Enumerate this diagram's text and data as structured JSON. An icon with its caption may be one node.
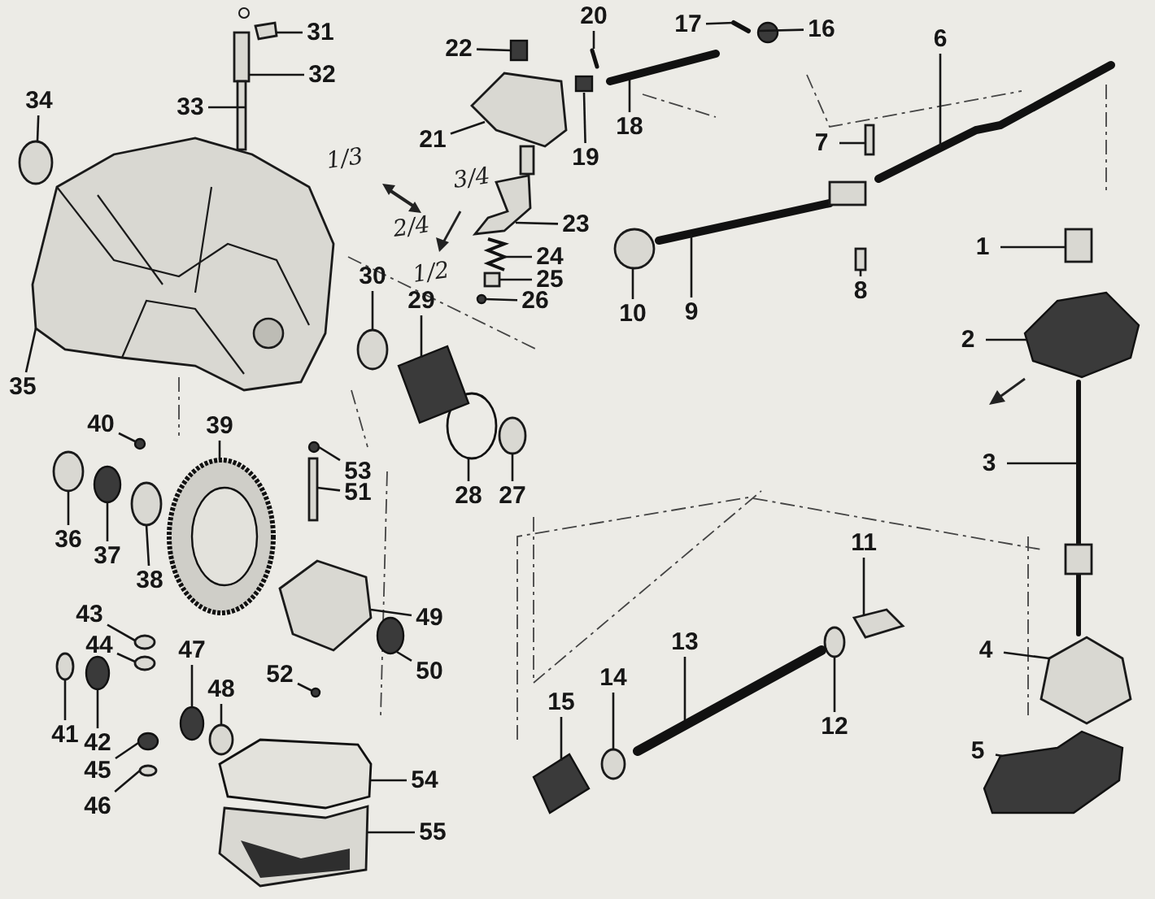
{
  "diagram": {
    "nodes": [
      {
        "text": [
          "1"
        ]
      },
      {
        "text": [
          "2"
        ]
      },
      {
        "text": [
          "3"
        ]
      },
      {
        "text": [
          "4"
        ]
      },
      {
        "text": [
          "5"
        ]
      },
      {
        "text": [
          "6"
        ]
      },
      {
        "text": [
          "7"
        ]
      },
      {
        "text": [
          "8"
        ]
      },
      {
        "text": [
          "9"
        ]
      },
      {
        "text": [
          "10"
        ]
      },
      {
        "text": [
          "11"
        ]
      },
      {
        "text": [
          "12"
        ]
      },
      {
        "text": [
          "13"
        ]
      },
      {
        "text": [
          "14"
        ]
      },
      {
        "text": [
          "15"
        ]
      },
      {
        "text": [
          "16"
        ]
      },
      {
        "text": [
          "17"
        ]
      },
      {
        "text": [
          "18"
        ]
      },
      {
        "text": [
          "19"
        ]
      },
      {
        "text": [
          "20"
        ]
      },
      {
        "text": [
          "21"
        ]
      },
      {
        "text": [
          "22"
        ]
      },
      {
        "text": [
          "23"
        ]
      },
      {
        "text": [
          "24"
        ]
      },
      {
        "text": [
          "25"
        ]
      },
      {
        "text": [
          "26"
        ]
      },
      {
        "text": [
          "27"
        ]
      },
      {
        "text": [
          "28"
        ]
      },
      {
        "text": [
          "29"
        ]
      },
      {
        "text": [
          "30"
        ]
      },
      {
        "text": [
          "31"
        ]
      },
      {
        "text": [
          "32"
        ]
      },
      {
        "text": [
          "33"
        ]
      },
      {
        "text": [
          "34"
        ]
      },
      {
        "text": [
          "35"
        ]
      },
      {
        "text": [
          "36"
        ]
      },
      {
        "text": [
          "37"
        ]
      },
      {
        "text": [
          "38"
        ]
      },
      {
        "text": [
          "39"
        ]
      },
      {
        "text": [
          "40"
        ]
      },
      {
        "text": [
          "41"
        ]
      },
      {
        "text": [
          "42"
        ]
      },
      {
        "text": [
          "43"
        ]
      },
      {
        "text": [
          "44"
        ]
      },
      {
        "text": [
          "45"
        ]
      },
      {
        "text": [
          "46"
        ]
      },
      {
        "text": [
          "47"
        ]
      },
      {
        "text": [
          "48"
        ]
      },
      {
        "text": [
          "49"
        ]
      },
      {
        "text": [
          "50"
        ]
      },
      {
        "text": [
          "51"
        ]
      },
      {
        "text": [
          "52"
        ]
      },
      {
        "text": [
          "53"
        ]
      },
      {
        "text": [
          "54"
        ]
      },
      {
        "text": [
          "55"
        ]
      },
      {
        "text": [],
        "shape": "box"
      },
      {
        "text": [],
        "shape": "picture"
      },
      {
        "text": [],
        "shape": "picture"
      },
      {
        "text": [],
        "shape": "picture"
      },
      {
        "text": [],
        "shape": "picture"
      },
      {
        "text": [],
        "shape": "picture"
      },
      {
        "text": [],
        "shape": "box"
      },
      {
        "text": [],
        "shape": "box"
      },
      {
        "text": [],
        "shape": "picture"
      },
      {
        "text": [],
        "shape": "circle"
      },
      {
        "text": [],
        "shape": "picture"
      },
      {
        "text": [],
        "shape": "circle"
      },
      {
        "text": [],
        "shape": "picture"
      },
      {
        "text": [],
        "shape": "circle"
      },
      {
        "text": [],
        "shape": "picture"
      },
      {
        "text": [],
        "shape": "circle"
      },
      {
        "text": [],
        "shape": "picture"
      },
      {
        "text": [],
        "shape": "picture"
      },
      {
        "text": [],
        "shape": "box"
      },
      {
        "text": [],
        "shape": "picture"
      },
      {
        "text": [],
        "shape": "picture"
      },
      {
        "text": [],
        "shape": "box"
      },
      {
        "text": [],
        "shape": "picture"
      },
      {
        "text": [],
        "shape": "picture"
      },
      {
        "text": [],
        "shape": "box"
      },
      {
        "text": [],
        "shape": "circle"
      },
      {
        "text": [],
        "shape": "circle"
      },
      {
        "text": [],
        "shape": "circle"
      },
      {
        "text": [],
        "shape": "picture"
      },
      {
        "text": [],
        "shape": "circle"
      },
      {
        "text": [],
        "shape": "picture"
      },
      {
        "text": [],
        "shape": "box"
      },
      {
        "text": [],
        "shape": "box"
      },
      {
        "text": [],
        "shape": "circle"
      },
      {
        "text": [],
        "shape": "picture"
      },
      {
        "text": [],
        "shape": "circle"
      },
      {
        "text": [],
        "shape": "circle"
      },
      {
        "text": [],
        "shape": "circle"
      },
      {
        "text": [],
        "shape": "picture"
      },
      {
        "text": [],
        "shape": "circle"
      },
      {
        "text": [],
        "shape": "circle"
      },
      {
        "text": [],
        "shape": "circle"
      },
      {
        "text": [],
        "shape": "circle"
      },
      {
        "text": [],
        "shape": "circle"
      },
      {
        "text": [],
        "shape": "circle"
      },
      {
        "text": [],
        "shape": "circle"
      },
      {
        "text": [],
        "shape": "circle"
      },
      {
        "text": [],
        "shape": "circle"
      },
      {
        "text": [],
        "shape": "picture"
      },
      {
        "text": [],
        "shape": "circle"
      },
      {
        "text": [],
        "shape": "box"
      },
      {
        "text": [],
        "shape": "circle"
      },
      {
        "text": [],
        "shape": "circle"
      },
      {
        "text": [],
        "shape": "picture"
      },
      {
        "text": [],
        "shape": "picture"
      }
    ],
    "edges": [
      {
        "from": 0,
        "to": 55,
        "arrow": "none"
      },
      {
        "from": 1,
        "to": 56,
        "arrow": "none"
      },
      {
        "from": 2,
        "to": 57,
        "arrow": "none"
      },
      {
        "from": 3,
        "to": 58,
        "arrow": "none"
      },
      {
        "from": 4,
        "to": 59,
        "arrow": "none"
      },
      {
        "from": 5,
        "to": 60,
        "arrow": "none"
      },
      {
        "from": 6,
        "to": 61,
        "arrow": "none"
      },
      {
        "from": 7,
        "to": 62,
        "arrow": "none"
      },
      {
        "from": 8,
        "to": 63,
        "arrow": "none"
      },
      {
        "from": 9,
        "to": 64,
        "arrow": "none"
      },
      {
        "from": 10,
        "to": 65,
        "arrow": "none"
      },
      {
        "from": 11,
        "to": 66,
        "arrow": "none"
      },
      {
        "from": 12,
        "to": 67,
        "arrow": "none"
      },
      {
        "from": 13,
        "to": 68,
        "arrow": "none"
      },
      {
        "from": 14,
        "to": 69,
        "arrow": "none"
      },
      {
        "from": 15,
        "to": 70,
        "arrow": "none"
      },
      {
        "from": 16,
        "to": 71,
        "arrow": "none"
      },
      {
        "from": 17,
        "to": 72,
        "arrow": "none"
      },
      {
        "from": 18,
        "to": 73,
        "arrow": "none"
      },
      {
        "from": 19,
        "to": 74,
        "arrow": "none"
      },
      {
        "from": 20,
        "to": 75,
        "arrow": "none"
      },
      {
        "from": 21,
        "to": 76,
        "arrow": "none"
      },
      {
        "from": 22,
        "to": 77,
        "arrow": "none"
      },
      {
        "from": 23,
        "to": 78,
        "arrow": "none"
      },
      {
        "from": 24,
        "to": 79,
        "arrow": "none"
      },
      {
        "from": 25,
        "to": 80,
        "arrow": "none"
      },
      {
        "from": 26,
        "to": 81,
        "arrow": "none"
      },
      {
        "from": 27,
        "to": 82,
        "arrow": "none"
      },
      {
        "from": 28,
        "to": 83,
        "arrow": "none"
      },
      {
        "from": 29,
        "to": 84,
        "arrow": "none"
      },
      {
        "from": 30,
        "to": 85,
        "arrow": "none"
      },
      {
        "from": 31,
        "to": 86,
        "arrow": "none"
      },
      {
        "from": 32,
        "to": 87,
        "arrow": "none"
      },
      {
        "from": 33,
        "to": 88,
        "arrow": "none"
      },
      {
        "from": 34,
        "to": 89,
        "arrow": "none"
      },
      {
        "from": 35,
        "to": 90,
        "arrow": "none"
      },
      {
        "from": 36,
        "to": 91,
        "arrow": "none"
      },
      {
        "from": 37,
        "to": 92,
        "arrow": "none"
      },
      {
        "from": 38,
        "to": 93,
        "arrow": "none"
      },
      {
        "from": 39,
        "to": 94,
        "arrow": "none"
      },
      {
        "from": 40,
        "to": 95,
        "arrow": "none"
      },
      {
        "from": 41,
        "to": 96,
        "arrow": "none"
      },
      {
        "from": 42,
        "to": 97,
        "arrow": "none"
      },
      {
        "from": 43,
        "to": 98,
        "arrow": "none"
      },
      {
        "from": 44,
        "to": 99,
        "arrow": "none"
      },
      {
        "from": 45,
        "to": 100,
        "arrow": "none"
      },
      {
        "from": 46,
        "to": 101,
        "arrow": "none"
      },
      {
        "from": 47,
        "to": 102,
        "arrow": "none"
      },
      {
        "from": 48,
        "to": 103,
        "arrow": "none"
      },
      {
        "from": 49,
        "to": 104,
        "arrow": "none"
      },
      {
        "from": 50,
        "to": 105,
        "arrow": "none"
      },
      {
        "from": 51,
        "to": 106,
        "arrow": "none"
      },
      {
        "from": 52,
        "to": 107,
        "arrow": "none"
      },
      {
        "from": 53,
        "to": 108,
        "arrow": "none"
      },
      {
        "from": 54,
        "to": 109,
        "arrow": "none"
      }
    ],
    "labels": [
      "1/3",
      "3/4",
      "2/4",
      "1/2"
    ]
  }
}
